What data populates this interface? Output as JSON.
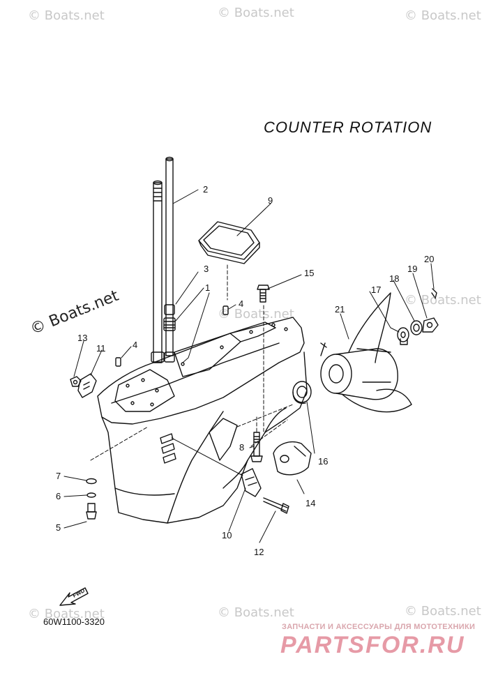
{
  "title": "COUNTER ROTATION",
  "diagram_code": "60W1100-3320",
  "fwd_label": "FWD",
  "watermarks": {
    "small": "© Boats.net",
    "large": "© Boats.net"
  },
  "banner": {
    "tagline": "ЗАПЧАСТИ И АКСЕССУАРЫ ДЛЯ МОТОТЕХНИКИ",
    "logo": "PARTSFOR.RU"
  },
  "callouts": {
    "c1": "1",
    "c2": "2",
    "c3": "3",
    "c4a": "4",
    "c4b": "4",
    "c5": "5",
    "c6": "6",
    "c7": "7",
    "c8": "8",
    "c9": "9",
    "c10": "10",
    "c11": "11",
    "c12": "12",
    "c13": "13",
    "c14": "14",
    "c15": "15",
    "c16": "16",
    "c17": "17",
    "c18": "18",
    "c19": "19",
    "c20": "20",
    "c21": "21"
  },
  "colors": {
    "line": "#111111",
    "watermark": "#c8c8c8",
    "banner": "#e69aa6"
  }
}
